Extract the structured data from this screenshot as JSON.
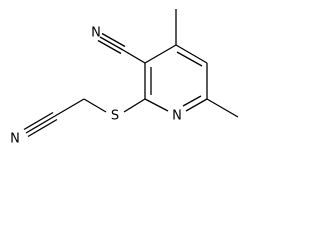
{
  "molecule": {
    "atoms": {
      "nitrile_n_top": "N",
      "nitrile_n_left": "N",
      "sulfur": "S",
      "ring_n": "N"
    },
    "colors": {
      "bond": "#000000",
      "label": "#000000",
      "background": "#ffffff"
    }
  }
}
